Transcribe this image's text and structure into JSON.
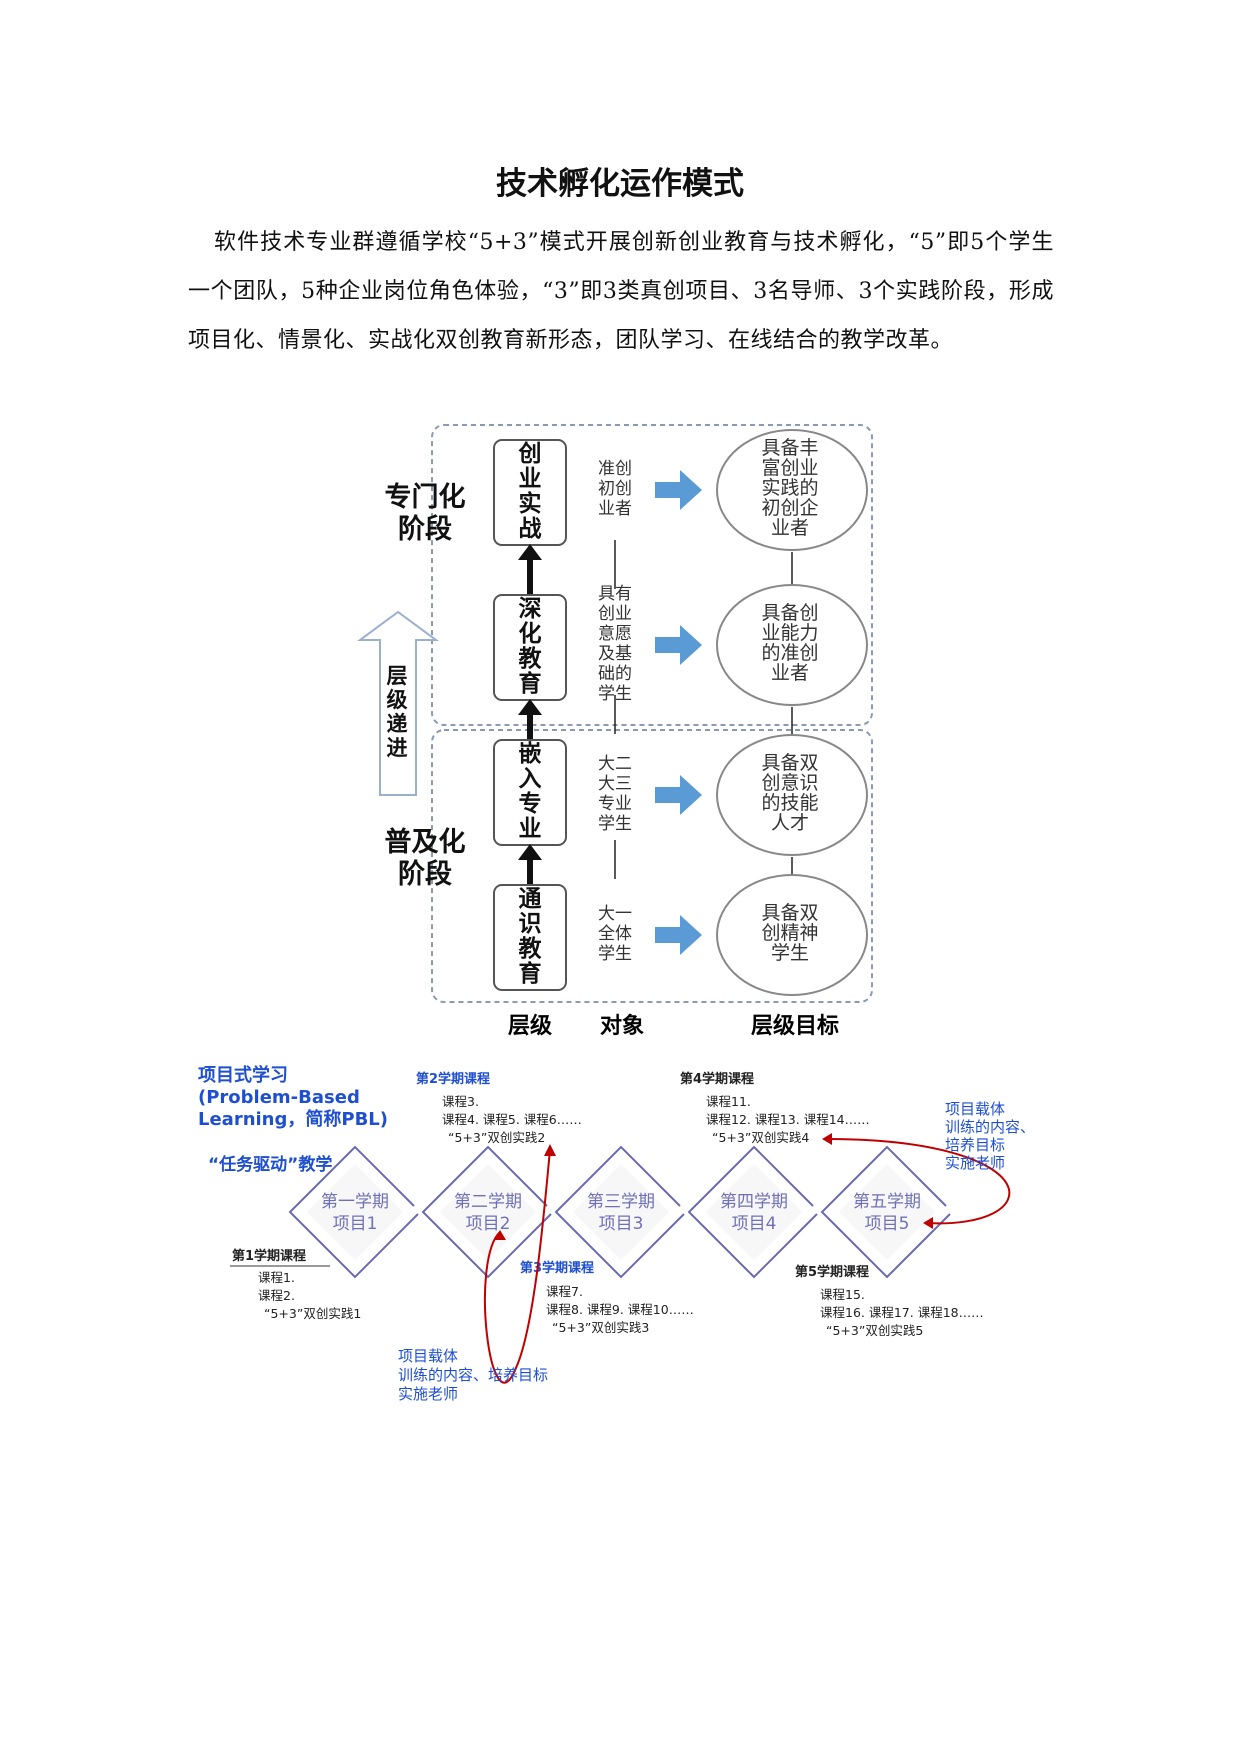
{
  "title": "技术孵化运作模式",
  "paragraph": "软件技术专业群遵循学校“5+3”模式开展创新创业教育与技术孵化，“5”即5个学生一个团队，5种企业岗位角色体验，“3”即3类真创项目、3名导师、3个实践阶段，形成项目化、情景化、实战化双创教育新形态，团队学习、在线结合的教学改革。",
  "diagram1": {
    "stages": [
      "专门化阶段",
      "普及化阶段"
    ],
    "progress_label": "层级递进",
    "levels": [
      "创业实战",
      "深化教育",
      "嵌入专业",
      "通识教育"
    ],
    "objects": [
      [
        "准创",
        "初创",
        "业者"
      ],
      [
        "具有",
        "创业",
        "意愿",
        "及基",
        "础的",
        "学生"
      ],
      [
        "大二",
        "大三",
        "专业",
        "学生"
      ],
      [
        "大一",
        "全体",
        "学生"
      ]
    ],
    "goals": [
      [
        "具备丰",
        "富创业",
        "实践的",
        "初创企",
        "业者"
      ],
      [
        "具备创",
        "业能力",
        "的准创",
        "业者"
      ],
      [
        "具备双",
        "创意识",
        "的技能",
        "人才"
      ],
      [
        "具备双",
        "创精神",
        "学生"
      ]
    ],
    "footer": [
      "层级",
      "对象",
      "层级目标"
    ],
    "colors": {
      "arrow": "#5b9bd5",
      "border": "#7f7f9f"
    }
  },
  "diagram2": {
    "heading": [
      "项目式学习",
      "(Problem-Based",
      "Learning，简称PBL)"
    ],
    "subheading": "“任务驱动”教学",
    "diamonds": [
      [
        "第一学期",
        "项目1"
      ],
      [
        "第二学期",
        "项目2"
      ],
      [
        "第三学期",
        "项目3"
      ],
      [
        "第四学期",
        "项目4"
      ],
      [
        "第五学期",
        "项目5"
      ]
    ],
    "courses": [
      {
        "label": "第1学期课程",
        "lines": [
          "课程1.",
          "课程2.",
          "“5+3”双创实践1"
        ]
      },
      {
        "label": "第2学期课程",
        "lines": [
          "课程3.",
          "课程4. 课程5. 课程6……",
          "“5+3”双创实践2"
        ]
      },
      {
        "label": "第3学期课程",
        "lines": [
          "课程7.",
          "课程8. 课程9. 课程10……",
          "“5+3”双创实践3"
        ]
      },
      {
        "label": "第4学期课程",
        "lines": [
          "课程11.",
          "课程12. 课程13. 课程14……",
          "“5+3”双创实践4"
        ]
      },
      {
        "label": "第5学期课程",
        "lines": [
          "课程15.",
          "课程16. 课程17. 课程18……",
          "“5+3”双创实践5"
        ]
      }
    ],
    "note_left": [
      "项目载体",
      "训练的内容、培养目标",
      "实施老师"
    ],
    "note_right": [
      "项目载体",
      "训练的内容、",
      "培养目标",
      "实施老师"
    ],
    "colors": {
      "blue": "#1f4fd1",
      "diamond": "#6a6ab0",
      "red": "#c00000"
    }
  }
}
